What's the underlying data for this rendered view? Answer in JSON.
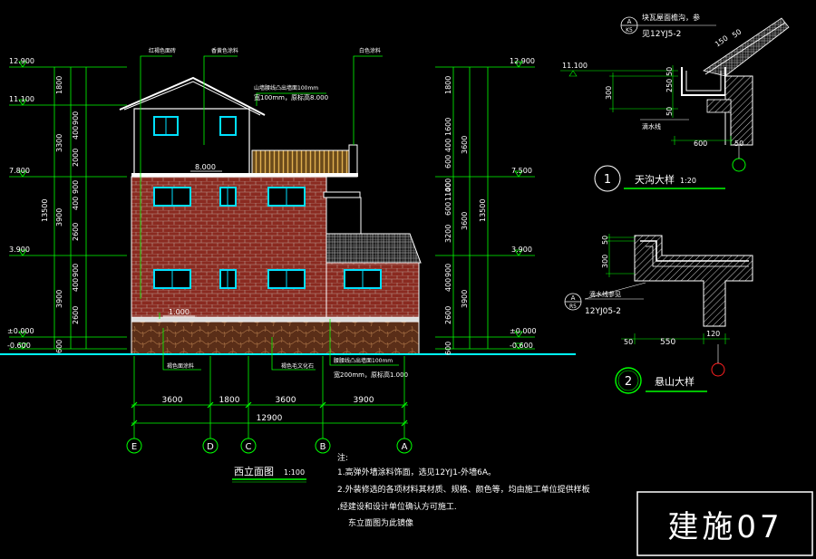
{
  "colors": {
    "background": "#000000",
    "white": "#ffffff",
    "dim_green": "#00ff00",
    "brick": "#8a2a20",
    "brick_line": "#c0c0c0",
    "window": "#00e0ff",
    "railing": "#b08a3a",
    "stone": "#6a3820",
    "roof_tile": "#909090",
    "marker_red": "#ff2020",
    "ground": "#00ffff"
  },
  "elevations_left": {
    "levels": [
      "12.900",
      "11.100",
      "7.800",
      "3.900",
      "±0.000",
      "-0.600"
    ],
    "dims": [
      "1800",
      "3300",
      "900",
      "400",
      "2000",
      "900",
      "400",
      "2600",
      "3900",
      "900",
      "400",
      "2600",
      "3900",
      "600"
    ],
    "total": "13500"
  },
  "elevations_right": {
    "levels": [
      "12.900",
      "7.500",
      "3.900",
      "±0.000",
      "-0.600"
    ],
    "dims": [
      "1800",
      "1600",
      "400",
      "600",
      "1100",
      "3600",
      "400",
      "600",
      "3200",
      "3600",
      "900",
      "400",
      "2600",
      "3900",
      "600"
    ],
    "total": "13500"
  },
  "callouts": {
    "c1": "红褐色面砖",
    "c2": "香黄色涂料",
    "c3": "白色涂料",
    "c4": "山墙腰线凸出墙面100mm",
    "c5": "宽100mm，原标高8.000",
    "c6": "8.000",
    "c7": "1.000",
    "c8": "褐色面涂料",
    "c9": "褐色毛文化石",
    "c10": "腰腰线凸出墙面100mm",
    "c11": "宽200mm，原标高1.000"
  },
  "bottom_dims": {
    "segments": [
      "3600",
      "1800",
      "3600",
      "3900"
    ],
    "total": "12900"
  },
  "axes": [
    "E",
    "D",
    "C",
    "B",
    "A"
  ],
  "title": {
    "name": "西立面图",
    "scale": "1:100"
  },
  "notes": {
    "header": "注:",
    "lines": [
      "1.高弹外墙涂料饰面，选见12YJ1-外墙6A。",
      "2.外装修选的各项材料其材质、规格、颜色等，均由施工单位提供样板",
      ",经建设和设计单位确认方可施工.",
      "东立面图为此镜像"
    ]
  },
  "detail1": {
    "ref_text": "块瓦屋面檐沟，参",
    "ref_code": "见12YJ5-2",
    "badge_top": "A",
    "badge_bottom": "K5",
    "level": "11.100",
    "dims": [
      "150",
      "50",
      "250",
      "50",
      "300",
      "50",
      "600",
      "50"
    ],
    "drip_label": "滴水线",
    "number": "1",
    "name": "天沟大样",
    "scale": "1:20"
  },
  "detail2": {
    "dims_v": [
      "50",
      "300"
    ],
    "drip_ref": "滴水线参见",
    "badge_top": "A",
    "badge_bottom": "R5",
    "ref_code": "12YJ05-2",
    "dims_h": [
      "50",
      "550",
      "120"
    ],
    "number": "2",
    "name": "悬山大样"
  },
  "sheet": {
    "label": "建施07"
  }
}
